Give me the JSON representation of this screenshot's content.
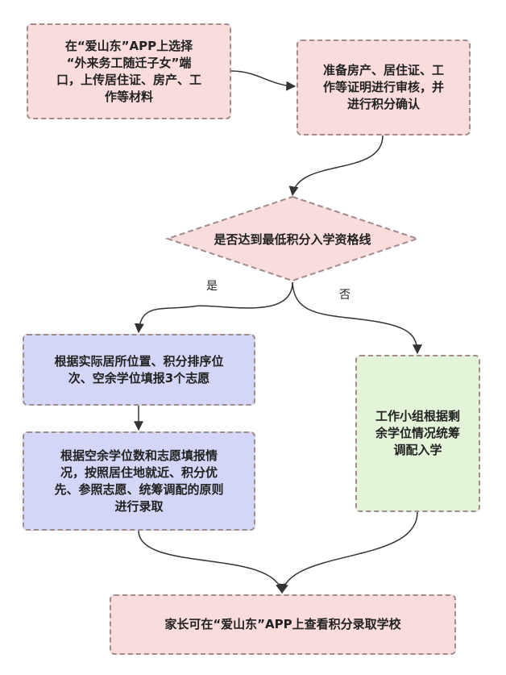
{
  "diagram": {
    "type": "flowchart",
    "colors": {
      "pink_fill": "#f9dcdb",
      "blue_fill": "#d3d6f6",
      "green_fill": "#e3f4d8",
      "border": "#a08c8c",
      "edge": "#333333"
    },
    "nodes": [
      {
        "id": "n1",
        "shape": "rect",
        "color": "pink",
        "text": "在“爱山东”APP上选择“外来务工随迁子女”端口，上传居住证、房产、工作等材料"
      },
      {
        "id": "n2",
        "shape": "rect",
        "color": "pink",
        "text": "准备房产、居住证、工作等证明进行审核，并进行积分确认"
      },
      {
        "id": "n3",
        "shape": "diamond",
        "color": "pink",
        "text": "是否达到最低积分入学资格线"
      },
      {
        "id": "n4",
        "shape": "rect",
        "color": "blue",
        "text": "根据实际居所位置、积分排序位次、空余学位填报3个志愿"
      },
      {
        "id": "n5",
        "shape": "rect",
        "color": "blue",
        "text": "根据空余学位数和志愿填报情况，按照居住地就近、积分优先、参照志愿、统筹调配的原则进行录取"
      },
      {
        "id": "n6",
        "shape": "rect",
        "color": "green",
        "text": "工作小组根据剩余学位情况统筹调配入学"
      },
      {
        "id": "n7",
        "shape": "rect",
        "color": "pink",
        "text": "家长可在“爱山东”APP上查看积分录取学校"
      }
    ],
    "edges": [
      {
        "from": "n1",
        "to": "n2",
        "label": ""
      },
      {
        "from": "n2",
        "to": "n3",
        "label": ""
      },
      {
        "from": "n3",
        "to": "n4",
        "label": "是"
      },
      {
        "from": "n3",
        "to": "n6",
        "label": "否"
      },
      {
        "from": "n4",
        "to": "n5",
        "label": ""
      },
      {
        "from": "n5",
        "to": "n7",
        "label": ""
      },
      {
        "from": "n6",
        "to": "n7",
        "label": ""
      }
    ],
    "lines": {
      "n1": [
        "在“爱山东”APP上选择",
        "“外来务工随迁子女”端",
        "口，上传居住证、房产、工",
        "作等材料"
      ],
      "n2": [
        "准备房产、居住证、工",
        "作等证明进行审核，并",
        "进行积分确认"
      ],
      "n3": [
        "是否达到最低积分入学资格线"
      ],
      "n4": [
        "根据实际居所位置、积分排序位",
        "次、空余学位填报3个志愿"
      ],
      "n5": [
        "根据空余学位数和志愿填报情",
        "况，按照居住地就近、积分优",
        "先、参照志愿、统筹调配的原则",
        "进行录取"
      ],
      "n6": [
        "工作小组根据剩",
        "余学位情况统筹",
        "调配入学"
      ],
      "n7": [
        "家长可在“爱山东”APP上查看积分录取学校"
      ]
    },
    "edge_labels": {
      "yes": "是",
      "no": "否"
    }
  }
}
